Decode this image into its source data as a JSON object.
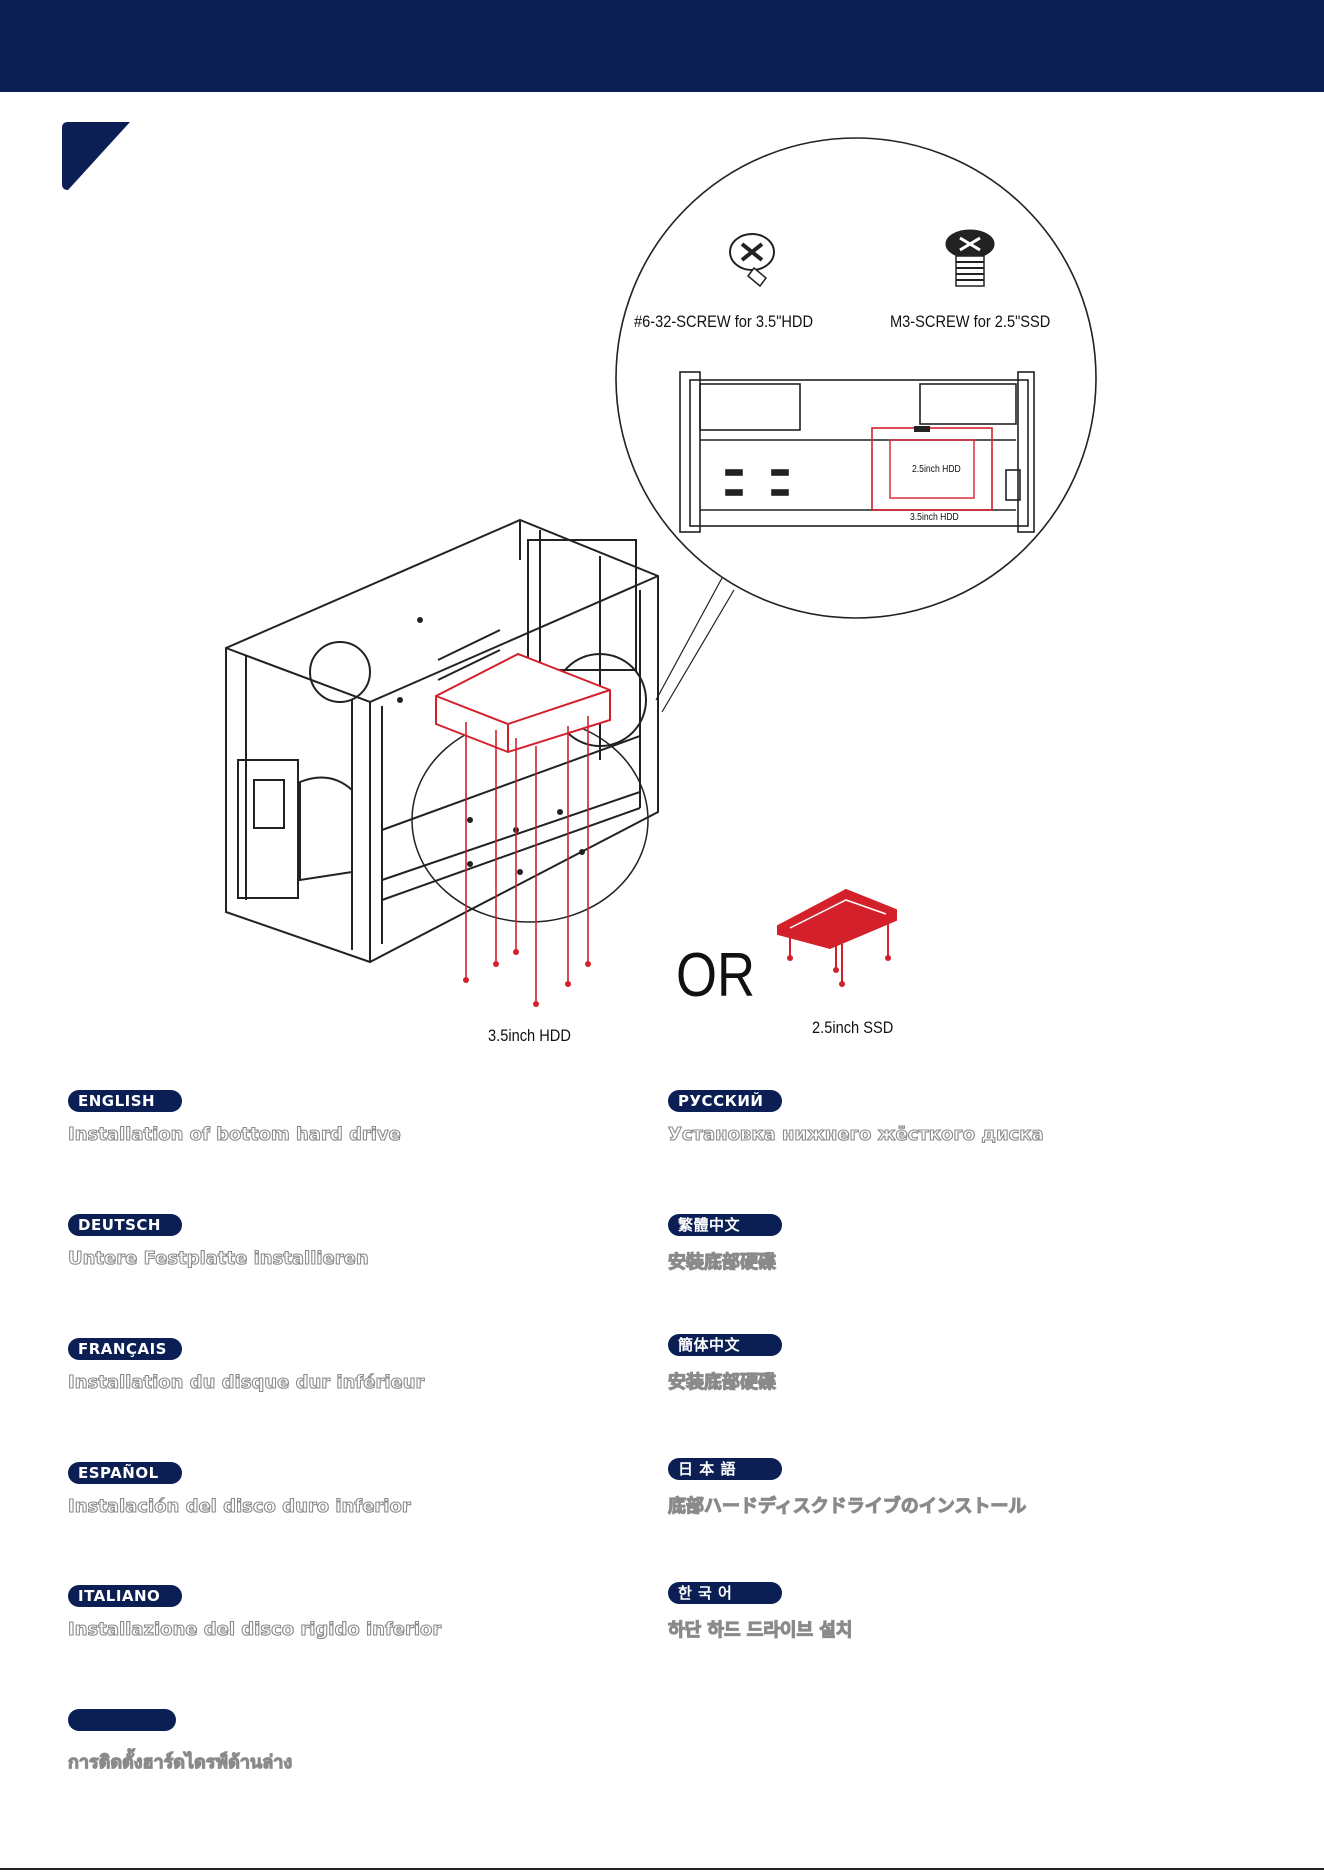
{
  "diagram": {
    "screw_labels": {
      "hdd_screw": "#6-32-SCREW for 3.5\"HDD",
      "ssd_screw": "M3-SCREW for 2.5\"SSD"
    },
    "inset_labels": {
      "inner_bay": "2.5inch HDD",
      "outer_bay": "3.5inch HDD"
    },
    "or_label": "OR",
    "drive_labels": {
      "hdd": "3.5inch HDD",
      "ssd": "2.5inch SSD"
    },
    "colors": {
      "accent_red": "#d4202a",
      "navy": "#0b1f54"
    }
  },
  "languages": [
    {
      "code": "english",
      "name": "ENGLISH",
      "title": "Installation of bottom hard drive"
    },
    {
      "code": "deutsch",
      "name": "DEUTSCH",
      "title": "Untere Festplatte installieren"
    },
    {
      "code": "francais",
      "name": "FRANÇAIS",
      "title": "Installation du disque dur inférieur"
    },
    {
      "code": "espanol",
      "name": "ESPAÑOL",
      "title": "Instalación del disco duro inferior"
    },
    {
      "code": "italiano",
      "name": "ITALIANO",
      "title": "Installazione del disco rigido inferior"
    },
    {
      "code": "thai",
      "name": "",
      "title": "การติดตั้งฮาร์ดไดรฟ์ด้านล่าง"
    },
    {
      "code": "russian",
      "name": "РУССКИЙ",
      "title": "Установка нижнего жёсткого диска"
    },
    {
      "code": "traditional-chinese",
      "name": "繁體中文",
      "title": "安裝底部硬碟"
    },
    {
      "code": "simplified-chinese",
      "name": "簡体中文",
      "title": "安装底部硬碟"
    },
    {
      "code": "japanese",
      "name": "日 本 語",
      "title": "底部ハードディスクドライブのインストール"
    },
    {
      "code": "korean",
      "name": "한 국 어",
      "title": "하단 하드 드라이브 설치"
    }
  ]
}
